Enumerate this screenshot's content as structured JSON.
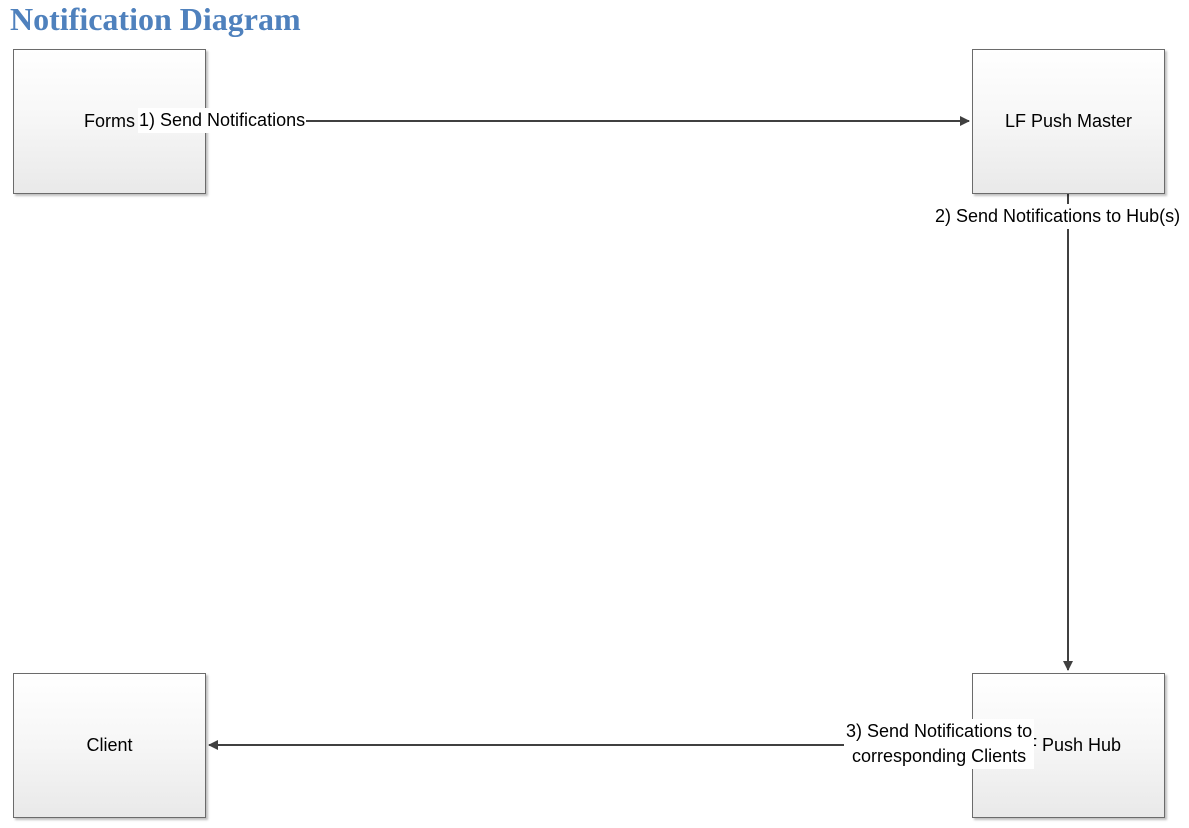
{
  "title": "Notification Diagram",
  "nodes": {
    "forms": "Forms",
    "push_master": "LF Push Master",
    "client": "Client",
    "push_hub": "LF Push Hub"
  },
  "edges": {
    "step1": "1) Send Notifications",
    "step2": "2) Send Notifications to Hub(s)",
    "step3_line1": "3) Send Notifications to",
    "step3_line2": "corresponding Clients"
  },
  "colors": {
    "title": "#4f81bd",
    "connector": "#404040",
    "node_border": "#6b6b6b"
  }
}
